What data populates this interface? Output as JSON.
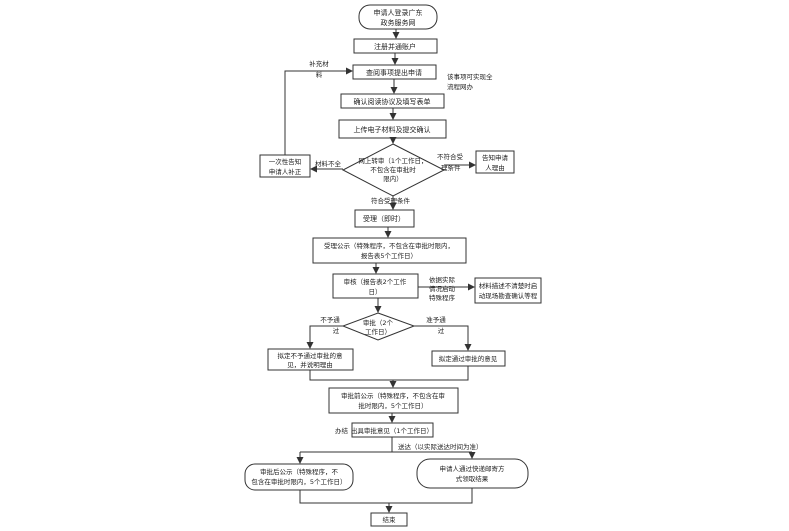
{
  "nodes": {
    "start": [
      "申请人登录广东",
      "政务服务网"
    ],
    "register": "注册并通账户",
    "consult": "查阅事项提出申请",
    "agreement": "确认阅读协议及填写表单",
    "upload": "上传电子材料及提交确认",
    "online_review": [
      "网上转审（1个工作日，",
      "不包含在审批时",
      "限内）"
    ],
    "notify_supplement": [
      "一次性告知",
      "申请人补正"
    ],
    "notify_reason": [
      "告知申请",
      "人理由"
    ],
    "accept": "受理（即时）",
    "accept_notice": [
      "受理公示（特殊程序，不包含在审批时限内，",
      "报告表5个工作日）"
    ],
    "audit": [
      "审核（报告表2个工作",
      "日）"
    ],
    "site_check": [
      "材料描述不清楚时启",
      "动现场勘查确认等程"
    ],
    "approval": [
      "审批（2个",
      "工作日）"
    ],
    "draft_reject": [
      "拟定不予通过审批的意",
      "见，并说明理由"
    ],
    "draft_approve": "拟定通过审批的意见",
    "pre_notice": [
      "审批前公示（特殊程序，不包含在审",
      "批时限内，5个工作日）"
    ],
    "issue": "出具审批意见（1个工作日）",
    "post_notice": [
      "审批后公示（特殊程序，不",
      "包含在审批时限内，5个工作日）"
    ],
    "mail": [
      "申请人通过快递邮寄方",
      "式领取结果"
    ],
    "end": "结束"
  },
  "labels": {
    "supplement": [
      "补充材",
      "料"
    ],
    "parallel": [
      "该事项可实现全",
      "流程网办"
    ],
    "incomplete": "材料不全",
    "not_meet": [
      "不符合受",
      "理条件"
    ],
    "meet": "符合受理条件",
    "site_basis": [
      "依据实际",
      "情况启动",
      "特殊程序"
    ],
    "reject": [
      "不予通",
      "过"
    ],
    "approve": [
      "准予通",
      "过"
    ],
    "handle": "办结",
    "delivery": "送达（以实际送达时间为准）"
  },
  "colors": {
    "line": "#333333",
    "fill": "#ffffff",
    "text": "#222222"
  }
}
